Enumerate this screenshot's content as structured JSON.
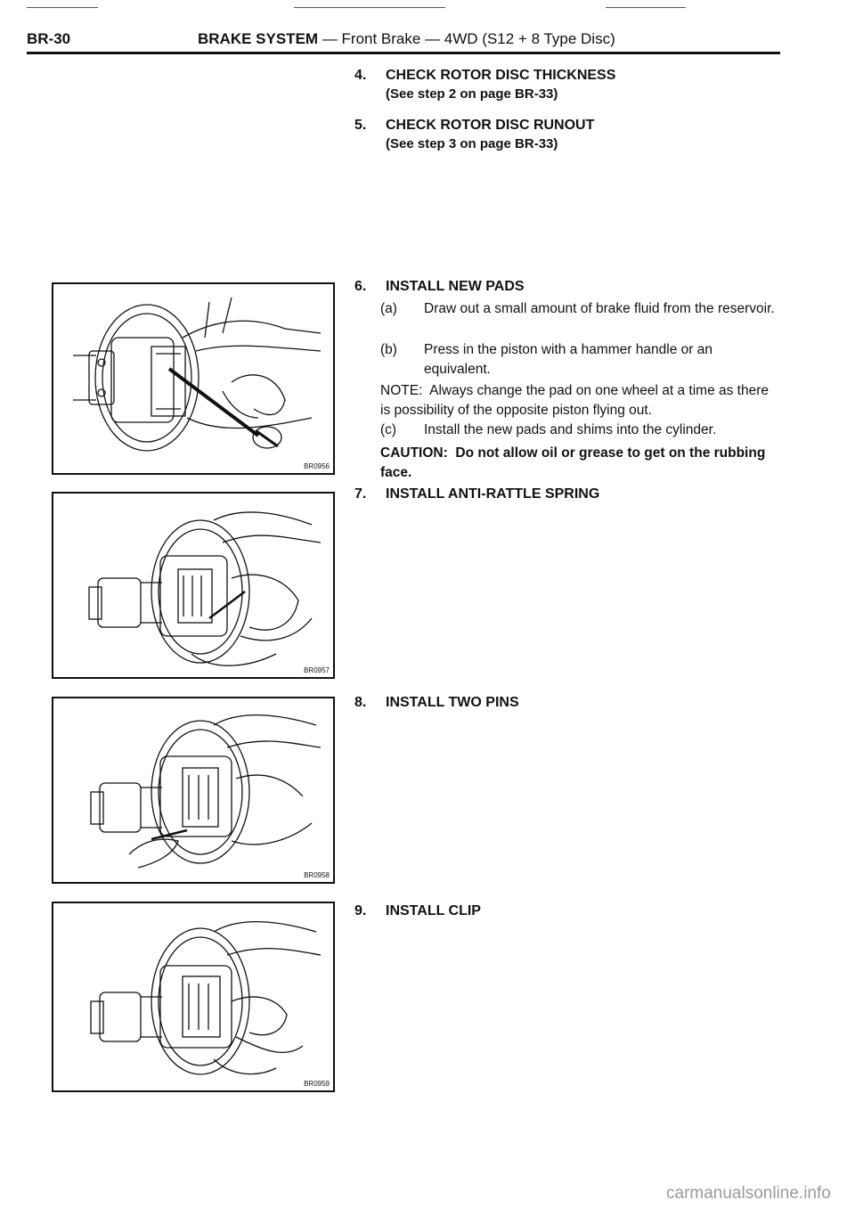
{
  "header": {
    "page_code": "BR-30",
    "section_bold": "BRAKE SYSTEM",
    "section_rest": "— Front Brake — 4WD (S12 + 8 Type Disc)"
  },
  "steps": [
    {
      "num": "4.",
      "title": "CHECK ROTOR DISC THICKNESS",
      "sub": "(See step 2 on page BR-33)"
    },
    {
      "num": "5.",
      "title": "CHECK ROTOR DISC RUNOUT",
      "sub": "(See step 3 on page BR-33)"
    },
    {
      "num": "6.",
      "title": "INSTALL NEW PADS"
    },
    {
      "num": "7.",
      "title": "INSTALL ANTI-RATTLE SPRING"
    },
    {
      "num": "8.",
      "title": "INSTALL TWO PINS"
    },
    {
      "num": "9.",
      "title": "INSTALL CLIP"
    }
  ],
  "step6": {
    "a_letter": "(a)",
    "a_text": "Draw out a small amount of brake fluid from the reservoir.",
    "b_letter": "(b)",
    "b_text": "Press in the piston with a hammer handle or an equivalent.",
    "note_label": "NOTE:",
    "note_text": "Always change the pad on one wheel at a time as there is possibility of the opposite piston flying out.",
    "c_letter": "(c)",
    "c_text": "Install the new pads and shims into the cylinder.",
    "caution_label": "CAUTION:",
    "caution_text": "Do not allow oil or grease to get on the rubbing face."
  },
  "figures": [
    {
      "code": "BR0956"
    },
    {
      "code": "BR0957"
    },
    {
      "code": "BR0958"
    },
    {
      "code": "BR0959"
    }
  ],
  "watermark": "carmanualsonline.info"
}
